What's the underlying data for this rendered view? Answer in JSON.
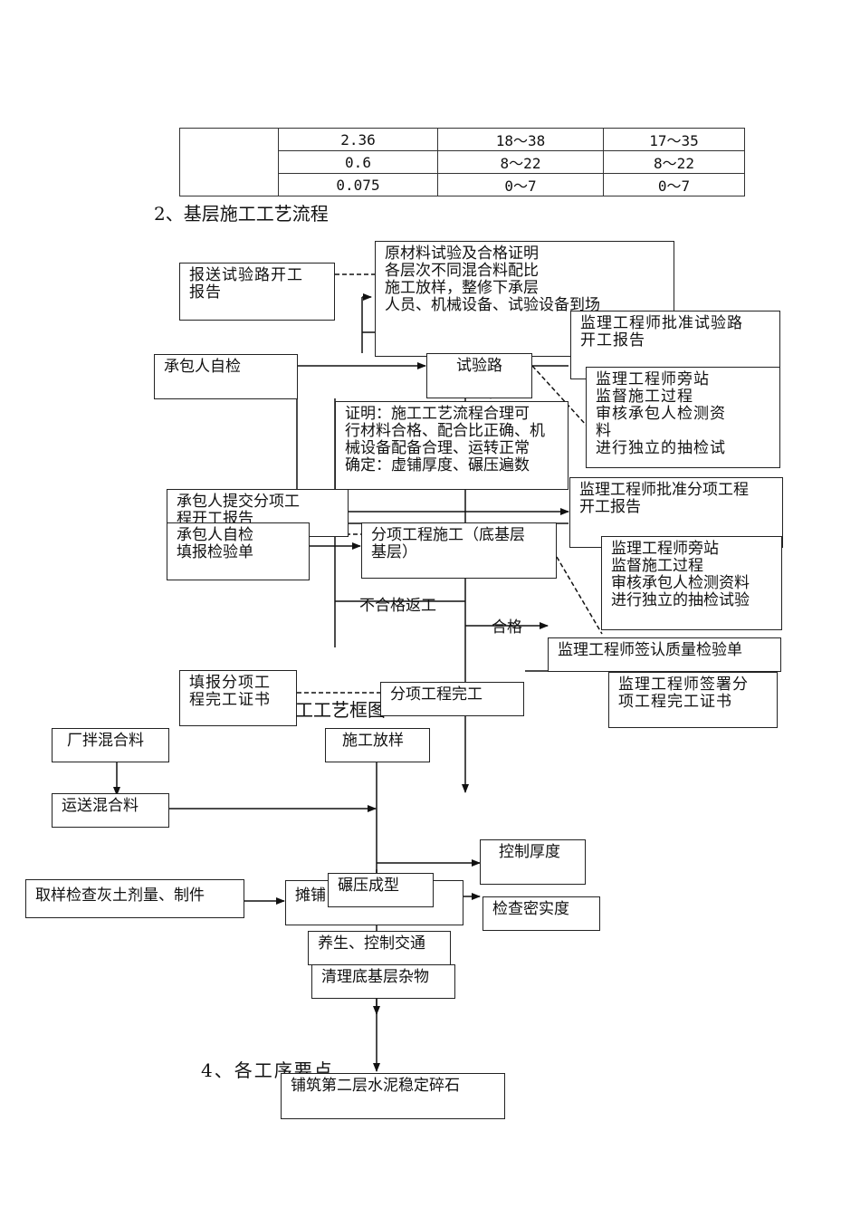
{
  "table": {
    "rows": [
      [
        "",
        "2.36",
        "18～38",
        "17～35"
      ],
      [
        "",
        "0.6",
        "8～22",
        "8～22"
      ],
      [
        "",
        "0.075",
        "0～7",
        "0～7"
      ]
    ]
  },
  "headings": {
    "section2": "2、基层施工工艺流程",
    "section4": "4、各工序要点",
    "overlap_caption": "工工艺框图"
  },
  "flow1": {
    "report_trial": "报送试验路开工\n报告",
    "prep": "原材料试验及合格证明\n各层次不同混合料配比\n施工放样，整修下承层\n人员、机械设备、试验设备到场",
    "approve_trial": "监理工程师批准试验路\n开工报告",
    "self_check": "承包人自检",
    "trial_road": "试验路",
    "supervise1": "  监理工程师旁站\n  监督施工过程\n  审核承包人检测资\n料\n  进行独立的抽检试",
    "proof": "证明：施工工艺流程合理可\n行材料合格、配合比正确、机\n械设备配备合理、运转正常\n确定：虚铺厚度、碾压遍数",
    "submit_report": "   承包人提交分项工\n程开工报告",
    "approve_sub": "监理工程师批准分项工程\n开工报告",
    "self_check_form": "承包人自检\n填报检验单",
    "sub_construction": "分项工程施工（底基层\n基层）",
    "supervise2": "监理工程师旁站\n监督施工过程\n审核承包人检测资料\n进行独立的抽检试验",
    "rework": "不合格返工",
    "pass": "合格",
    "sign_quality": "监理工程师签认质量检验单",
    "fill_cert": "填报分项工\n程完工证书",
    "sub_complete": "分项工程完工",
    "sign_cert": "监理工程师签署分\n项工程完工证书"
  },
  "flow2": {
    "plant_mix": "厂拌混合料",
    "layout": "施工放样",
    "transport": "运送混合料",
    "control_thickness": "控制厚度",
    "sampling": "取样检查灰土剂量、制件",
    "spreading": "摊铺",
    "compaction": "碾压成型",
    "check_density": "检查密实度",
    "curing": "养生、控制交通",
    "cleaning": "清理底基层杂物",
    "second_layer": "铺筑第二层水泥稳定碎石"
  }
}
